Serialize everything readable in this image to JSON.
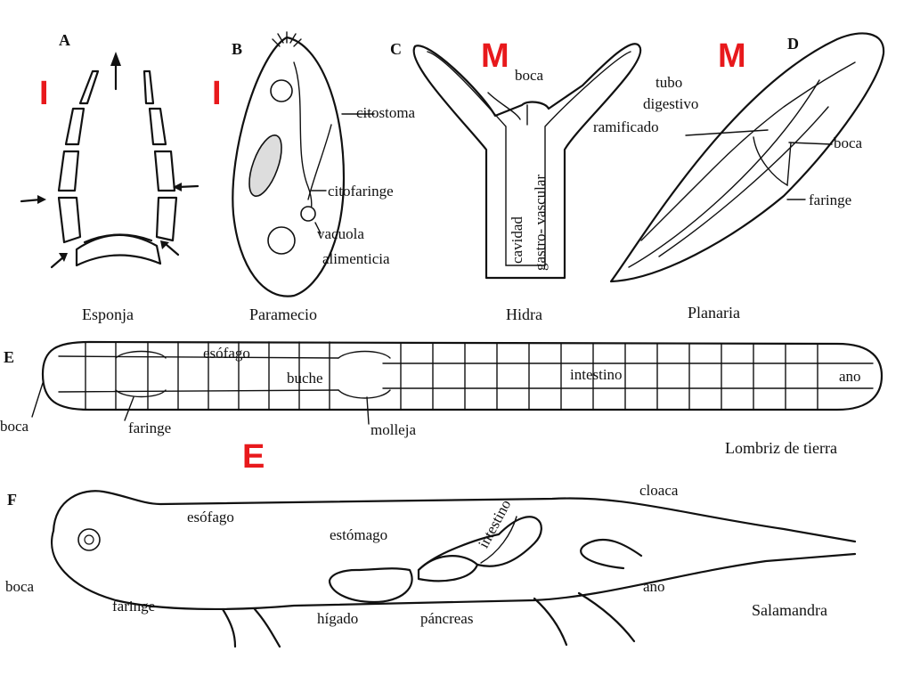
{
  "panels": {
    "sponge": {
      "letter": "A",
      "caption": "Esponja",
      "code": "I"
    },
    "paramecium": {
      "letter": "B",
      "caption": "Paramecio",
      "code": "I",
      "labels": {
        "citostoma": "citostoma",
        "citofaringe": "citofaringe",
        "vacuola": "vacuola",
        "alimenticia": "alimenticia"
      }
    },
    "hydra": {
      "letter": "C",
      "caption": "Hidra",
      "code": "M",
      "labels": {
        "boca": "boca",
        "cavidad": "cavidad",
        "gastro": "gastro- vascular"
      }
    },
    "planaria": {
      "letter": "D",
      "caption": "Planaria",
      "code": "M",
      "labels": {
        "tubo": "tubo",
        "digestivo": "digestivo",
        "ramificado": "ramificado",
        "boca": "boca",
        "faringe": "faringe"
      }
    },
    "earthworm": {
      "letter": "E",
      "caption": "Lombriz de tierra",
      "code": "E",
      "labels": {
        "esofago": "esófago",
        "buche": "buche",
        "intestino": "intestino",
        "ano": "ano",
        "boca": "boca",
        "faringe": "faringe",
        "molleja": "molleja"
      }
    },
    "salamander": {
      "letter": "F",
      "caption": "Salamandra",
      "labels": {
        "esofago": "esófago",
        "estomago": "estómago",
        "intestino": "intestino",
        "cloaca": "cloaca",
        "boca": "boca",
        "faringe": "faringe",
        "higado": "hígado",
        "pancreas": "páncreas",
        "ano": "ano"
      }
    }
  },
  "colors": {
    "code_red": "#e8191c",
    "ink": "#111111"
  }
}
